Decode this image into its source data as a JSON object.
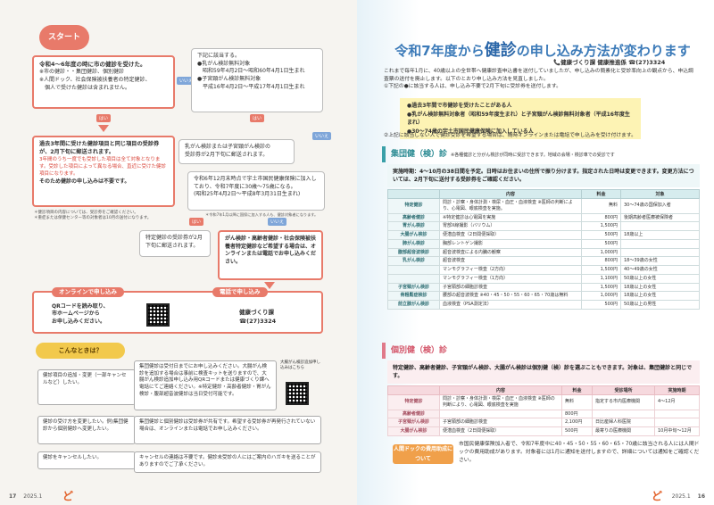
{
  "left": {
    "start_label": "スタート",
    "box1": {
      "title": "令和4〜6年度の時に市の健診を受けた。",
      "lines": [
        "※市の健診・・集団健診、個別健診",
        "※人間ドック、社会保険被扶養者の特定健診、",
        "個人で受けた健診は含まれません。"
      ]
    },
    "yes_label": "いいえ",
    "no_label": "はい",
    "box2": {
      "lines": [
        "下記に該当する。",
        "●乳がん検診無料対象",
        "昭和59年4月2日〜昭和60年4月1日生まれ",
        "●子宮頸がん検診無料対象",
        "平成16年4月2日〜平成17年4月1日生まれ"
      ]
    },
    "box3": {
      "lines": [
        "過去3年間に受けた健診項目と同じ項目の受診券が、2月下旬に郵送されます。",
        "3年間のうち一度でも受診した項目は全て対象となります。受診した項目によって異なる場合、直近に受けた健診項目になります。",
        "そのため健診の申し込みは不要です。"
      ],
      "notes": [
        "＊健診項目の内容については、受診券をご確認ください。",
        "＊重症または保健センター等の対象者は10月の送付になります。"
      ]
    },
    "box4": {
      "lines": [
        "乳がん検診または子宮頸がん検診の",
        "受診券が2月下旬に郵送されます。"
      ]
    },
    "box5": {
      "lines": [
        "令和6年12月末時点で宇土市国民健康保険に加入しており、令和7年度に30歳〜75歳になる。",
        "(昭和25年4月2日〜平成8年3月31日生まれ)"
      ],
      "note": "＊令和7年1月以降に国保に加入する人も、健診対象者になります。"
    },
    "box6": {
      "lines": [
        "特定健診の受診券が2月下旬に郵送されます。"
      ]
    },
    "box7": {
      "lines": [
        "がん検診・高齢者健診・社会保険被扶養者特定健診など希望する場合は、オンラインまたは電話でお申し込みください。"
      ]
    },
    "online": {
      "title": "オンラインで申し込み",
      "lines": [
        "QRコードを読み取り、",
        "市ホームページから",
        "お申し込みください。"
      ]
    },
    "phone": {
      "title": "電話で申し込み",
      "dept": "健康づくり課",
      "number": "☎(27)3324"
    },
    "faq": {
      "title": "こんなときは？",
      "rows": [
        {
          "q": "健診項目の追加・変更（一部キャンセルなど）したい。",
          "a": "集団健診は受付日までにお申し込みください。大腸がん検診を追加する場合は事前に検査キットを送りますので、大腸がん検診追加申し込み用QRコードまたは健康づくり課へ電話にてご連絡ください。※特定健診・高齢者健診・胃がん検診・腹部超音波健診は当日受付可能です。",
          "qr_caption": "大腸がん検診追加申し込みはこちら"
        },
        {
          "q": "健診の受け方を変更したい。例)集団健診から個別健診へ変更したい。",
          "a": "集団健診と個別健診は受診券が共有です。希望する受診券が再発行されていない場合は、オンラインまたは電話でお申し込みください。"
        },
        {
          "q": "健診をキャンセルしたい。",
          "a": "キャンセルの連絡は不要です。健診未受診の人にはご案内のハガキを送ることがありますのでご了承ください。"
        }
      ]
    },
    "page_number": "17",
    "issue": "2025.1"
  },
  "right": {
    "title_pre": "令和7年度から",
    "title_main": "健診",
    "title_mid": "の申し込み方法",
    "title_post": "が変わります",
    "dept": "📞健康づくり課 健康推進係 ☎(27)3324",
    "intro": [
      "これまで毎年1月に、40歳以上の全世帯へ健康診査申込書を送付していましたが、申し込みの簡素化と受診率向上の観点から、申込調査票の送付を廃止します。以下のとおり申し込み方法を見直しました。",
      "①下記の●に該当する人は、申し込み不要で2月下旬に受診券を送付します。"
    ],
    "targets": [
      "●過去3年間で市健診を受けたことがある人",
      "●乳がん検診無料対象者（昭和59年度生まれ）と子宮頸がん検診無料対象者（平成16年度生まれ）",
      "●30〜74歳の宇土市国民健康保険に加入している人"
    ],
    "note2": "②上記に該当しない人で健診受診を希望する場合は、随時オンラインまたは電話で申し込みを受け付けます。",
    "group": {
      "title": "集団健（検）診",
      "sub": "※各種健診と分がん検診が同時に受診できます。地域の会場・検診車での受診です",
      "info": "実施時期：4〜10月の38日間を予定。日時はお住まいの住所で振り分けます。指定された日時は変更できます。変更方法については、2月下旬に送付する受診券をご確認ください。",
      "headers": [
        "内容",
        "料金",
        "対象"
      ],
      "rows": [
        [
          "特定健診",
          "問診・診察・身体計測・検尿・血圧・血液検査 ※医師の判断により、心電図、眼底検査を実施。",
          "無料",
          "30〜74歳の国保加入者"
        ],
        [
          "高齢者健診",
          "※特定健診は心電図を実施",
          "800円",
          "後期高齢者医療被保険者"
        ],
        [
          "胃がん検診",
          "胃部X線撮影（バリウム）",
          "1,500円",
          ""
        ],
        [
          "大腸がん検診",
          "便潜血検査（2日間便採取）",
          "500円",
          "18歳以上"
        ],
        [
          "肺がん検診",
          "胸部レントゲン撮影",
          "500円",
          ""
        ],
        [
          "腹部超音波検診",
          "超音波検査による内臓の観察",
          "1,000円",
          ""
        ],
        [
          "乳がん検診",
          "超音波検査",
          "800円",
          "18〜39歳の女性"
        ],
        [
          "",
          "マンモグラフィー検査（2方向）",
          "1,500円",
          "40〜49歳の女性"
        ],
        [
          "",
          "マンモグラフィー検査（1方向）",
          "1,100円",
          "50歳以上の女性"
        ],
        [
          "子宮頸がん検診",
          "子宮頸部の細胞診検査",
          "1,500円",
          "18歳以上の女性"
        ],
        [
          "骨粗鬆症検診",
          "腰部の超音波検査 ※40・45・50・55・60・65・70歳は無料",
          "1,000円",
          "18歳以上の女性"
        ],
        [
          "前立腺がん検診",
          "血液検査（PSA測定法）",
          "500円",
          "50歳以上の男性"
        ]
      ]
    },
    "individual": {
      "title": "個別健（検）診",
      "info": "特定健診、高齢者健診、子宮頸がん検診、大腸がん検診は個別健（検）診を選ぶこともできます。対象は、集団健診と同じです。",
      "headers": [
        "内容",
        "料金",
        "受診場所",
        "実施時期"
      ],
      "rows": [
        [
          "特定健診",
          "問診・診察・身体計測・検尿・血圧・血液検査 ※医師の判断により、心電図、眼底検査を実施",
          "無料",
          "指定する市内医療機関",
          "4〜12月"
        ],
        [
          "高齢者健診",
          "",
          "800円",
          "",
          ""
        ],
        [
          "子宮頸がん検診",
          "子宮頸部の細胞診検査",
          "2,100円",
          "日比産婦人科医院",
          ""
        ],
        [
          "大腸がん検診",
          "便潜血検査（2日間便採取）",
          "500円",
          "最寄りの医療機関",
          "10月中旬〜12月"
        ]
      ]
    },
    "dock": {
      "label": "人間ドックの費用助成について",
      "text": "市国民健康保険加入者で、令和7年度中に40・45・50・55・60・65・70歳に該当される人には人間ドックの費用助成があります。対象者には1月に通知を送付しますので、詳細については通知をご確認ください。"
    },
    "page_number": "16",
    "issue": "2025.1"
  }
}
